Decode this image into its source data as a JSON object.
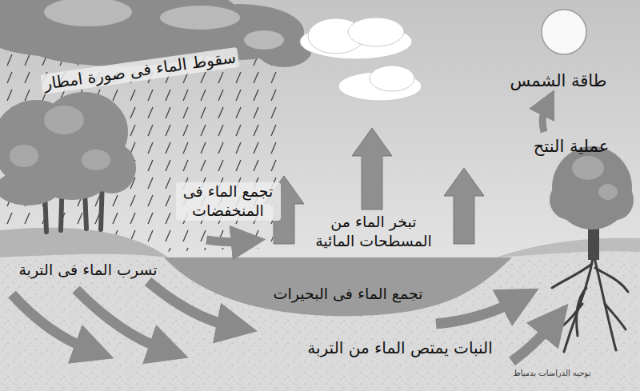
{
  "diagram": {
    "labels": [
      "سقوط الماء فى صورة امطار",
      "طاقة الشمس",
      "عملية النتح",
      "تجمع الماء فى المنخفضات",
      "تبخر الماء من المسطحات المائية",
      "تسرب الماء فى التربة",
      "تجمع الماء فى البحيرات",
      "النبات يمتص الماء من التربة",
      "توجيه الدراسات بدمياط"
    ]
  }
}
